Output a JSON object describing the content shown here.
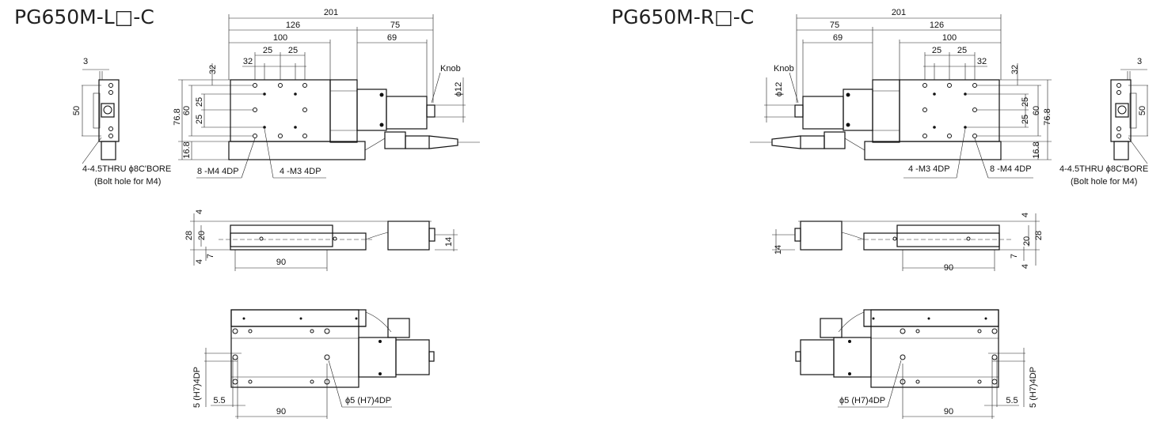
{
  "left": {
    "title": "PG650M-L□-C",
    "dims": {
      "d201": "201",
      "d126": "126",
      "d75": "75",
      "d100": "100",
      "d69": "69",
      "d25a": "25",
      "d25b": "25",
      "d32h": "32",
      "d32v": "32",
      "d25c": "25",
      "d25d": "25",
      "d60": "60",
      "d768": "76.8",
      "d168": "16.8",
      "d50": "50",
      "d3": "3",
      "d12": "ϕ12",
      "d4a": "4",
      "d28": "28",
      "d20": "20",
      "d4b": "4",
      "d7": "7",
      "d14": "14",
      "d90a": "90",
      "d55": "5.5",
      "d90b": "90",
      "d5h7": "5 (H7)4DP"
    },
    "labels": {
      "knob": "Knob",
      "bolt": "4-4.5THRU ϕ8C'BORE",
      "bolt_note": "(Bolt hole for M4)",
      "m4": "8 -M4 4DP",
      "m3": "4 -M3 4DP",
      "pin": "ϕ5 (H7)4DP"
    }
  },
  "right": {
    "title": "PG650M-R□-C",
    "dims": {
      "d201": "201",
      "d126": "126",
      "d75": "75",
      "d100": "100",
      "d69": "69",
      "d25a": "25",
      "d25b": "25",
      "d32h": "32",
      "d32v": "32",
      "d25c": "25",
      "d25d": "25",
      "d60": "60",
      "d768": "76.8",
      "d168": "16.8",
      "d50": "50",
      "d3": "3",
      "d12": "ϕ12",
      "d4a": "4",
      "d28": "28",
      "d20": "20",
      "d4b": "4",
      "d7": "7",
      "d14": "14",
      "d90a": "90",
      "d55": "5.5",
      "d90b": "90",
      "d5h7": "5 (H7)4DP"
    },
    "labels": {
      "knob": "Knob",
      "bolt": "4-4.5THRU ϕ8C'BORE",
      "bolt_note": "(Bolt hole for M4)",
      "m4": "8 -M4 4DP",
      "m3": "4 -M3 4DP",
      "pin": "ϕ5 (H7)4DP"
    }
  }
}
